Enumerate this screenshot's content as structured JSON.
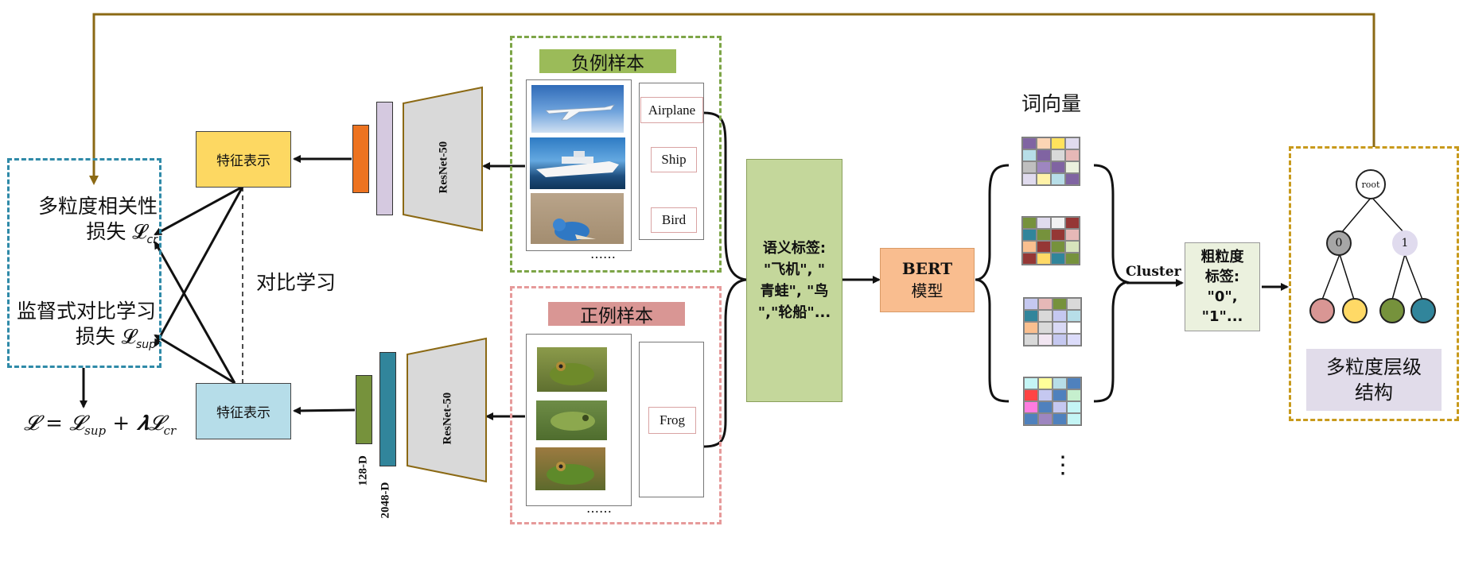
{
  "loss_box": {
    "multi_granularity_loss_line1": "多粒度相关性",
    "multi_granularity_loss_line2": "损失 𝓛",
    "cr_sub": "cr",
    "supcon_loss_line1": "监督式对比学习",
    "supcon_loss_line2": "损失 𝓛",
    "sup_sub": "sup"
  },
  "total_loss": {
    "lhs": "𝓛 = 𝓛",
    "sup": "sup",
    "plus": " + 𝝀𝓛",
    "cr": "cr"
  },
  "feature_top": "特征表示",
  "feature_bottom": "特征表示",
  "contrastive": "对比学习",
  "resnet_top": "ResNet-50",
  "resnet_bottom": "ResNet-50",
  "dim_128": "128-D",
  "dim_2048": "2048-D",
  "negative": {
    "title": "负例样本",
    "labels": [
      "Airplane",
      "Ship",
      "Bird"
    ],
    "ellipsis": "……"
  },
  "positive": {
    "title": "正例样本",
    "labels": [
      "Frog"
    ],
    "ellipsis": "……"
  },
  "semantic": {
    "line1": "语义标签:",
    "line2": "\"飞机\", \"",
    "line3": "青蛙\", \"鸟",
    "line4": "\",\"轮船\"..."
  },
  "bert": {
    "line1": "BERT",
    "line2": "模型"
  },
  "word_vec_title": "词向量",
  "vert_ellipsis": "⋮",
  "cluster": "Cluster",
  "coarse": {
    "line1": "粗粒度",
    "line2": "标签:",
    "line3": "\"0\",",
    "line4": "\"1\"..."
  },
  "tree": {
    "root": "root",
    "n0": "0",
    "n1": "1",
    "caption_line1": "多粒度层级",
    "caption_line2": "结构"
  },
  "colors": {
    "feature_top": "#fdd862",
    "feature_bottom": "#b6dde9",
    "orange_bar": "#ed7320",
    "lavender_bar": "#d5c9e0",
    "green_bar": "#76923c",
    "teal_bar": "#31859b",
    "semantic_bg": "#c4d79b",
    "bert_bg": "#f9bd8f",
    "neg_title_bg": "#9bbb59",
    "pos_title_bg": "#d99694",
    "coarse_bg": "#ebf1de",
    "tree_caption_bg": "#e1dcea",
    "feedback": "#8b6914"
  }
}
